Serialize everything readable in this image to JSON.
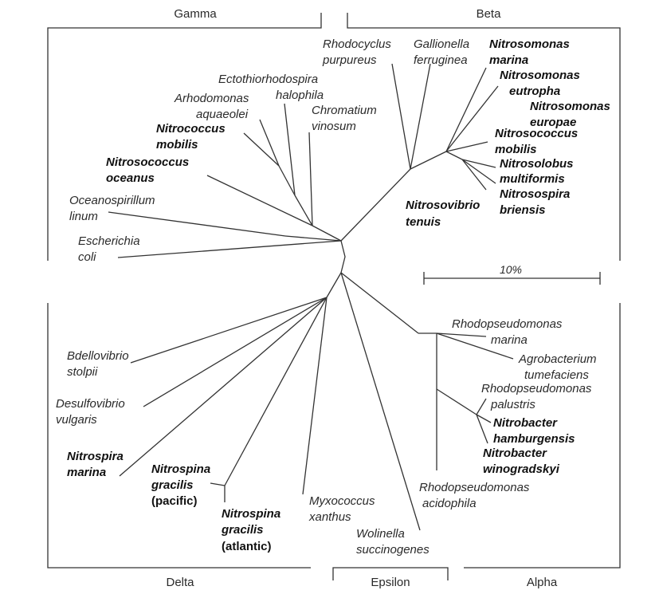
{
  "groups": {
    "gamma": "Gamma",
    "beta": "Beta",
    "delta": "Delta",
    "epsilon": "Epsilon",
    "alpha": "Alpha"
  },
  "scale_bar": {
    "label": "10%"
  },
  "taxa": {
    "rhodocyclus": [
      "Rhodocyclus",
      "purpureus"
    ],
    "gallionella": [
      "Gallionella",
      "ferruginea"
    ],
    "nitrosomonas_marina": [
      "Nitrosomonas",
      "marina"
    ],
    "nitrosomonas_europha": [
      "Nitrosomonas",
      "eutropha"
    ],
    "nitrosomonas_europae": [
      "Nitrosomonas",
      "europae"
    ],
    "nitrosococcus_mobilis_beta": [
      "Nitrosococcus",
      "mobilis"
    ],
    "nitrosolobus": [
      "Nitrosolobus",
      "multiformis"
    ],
    "nitrosospira": [
      "Nitrosospira",
      "briensis"
    ],
    "nitrosovibrio": [
      "Nitrosovibrio",
      "tenuis"
    ],
    "ectothiorhodospira": [
      "Ectothiorhodospira",
      "halophila"
    ],
    "arhodomonas": [
      "Arhodomonas",
      "aquaeolei"
    ],
    "chromatium": [
      "Chromatium",
      "vinosum"
    ],
    "nitrococcus": [
      "Nitrococcus",
      "mobilis"
    ],
    "nitrosococcus_oceanus": [
      "Nitrosococcus",
      "oceanus"
    ],
    "oceanospirillum": [
      "Oceanospirillum",
      "linum"
    ],
    "escherichia": [
      "Escherichia",
      "coli"
    ],
    "rhodopseudomonas_marina": [
      "Rhodopseudomonas",
      "marina"
    ],
    "agrobacterium": [
      "Agrobacterium",
      "tumefaciens"
    ],
    "rhodopseudomonas_palustris": [
      "Rhodopseudomonas",
      "palustris"
    ],
    "nitrobacter_hamburgensis": [
      "Nitrobacter",
      "hamburgensis"
    ],
    "nitrobacter_winogradskyi": [
      "Nitrobacter",
      "winogradskyi"
    ],
    "rhodopseudomonas_acidophila": [
      "Rhodopseudomonas",
      "acidophila"
    ],
    "bdellovibrio": [
      "Bdellovibrio",
      "stolpii"
    ],
    "desulfovibrio": [
      "Desulfovibrio",
      "vulgaris"
    ],
    "nitrospira": [
      "Nitrospira",
      "marina"
    ],
    "nitrospina_pacific": [
      "Nitrospina",
      "gracilis",
      "(pacific)"
    ],
    "nitrospina_atlantic": [
      "Nitrospina",
      "gracilis",
      "(atlantic)"
    ],
    "myxococcus": [
      "Myxococcus",
      "xanthus"
    ],
    "wolinella": [
      "Wolinella",
      "succinogenes"
    ]
  }
}
